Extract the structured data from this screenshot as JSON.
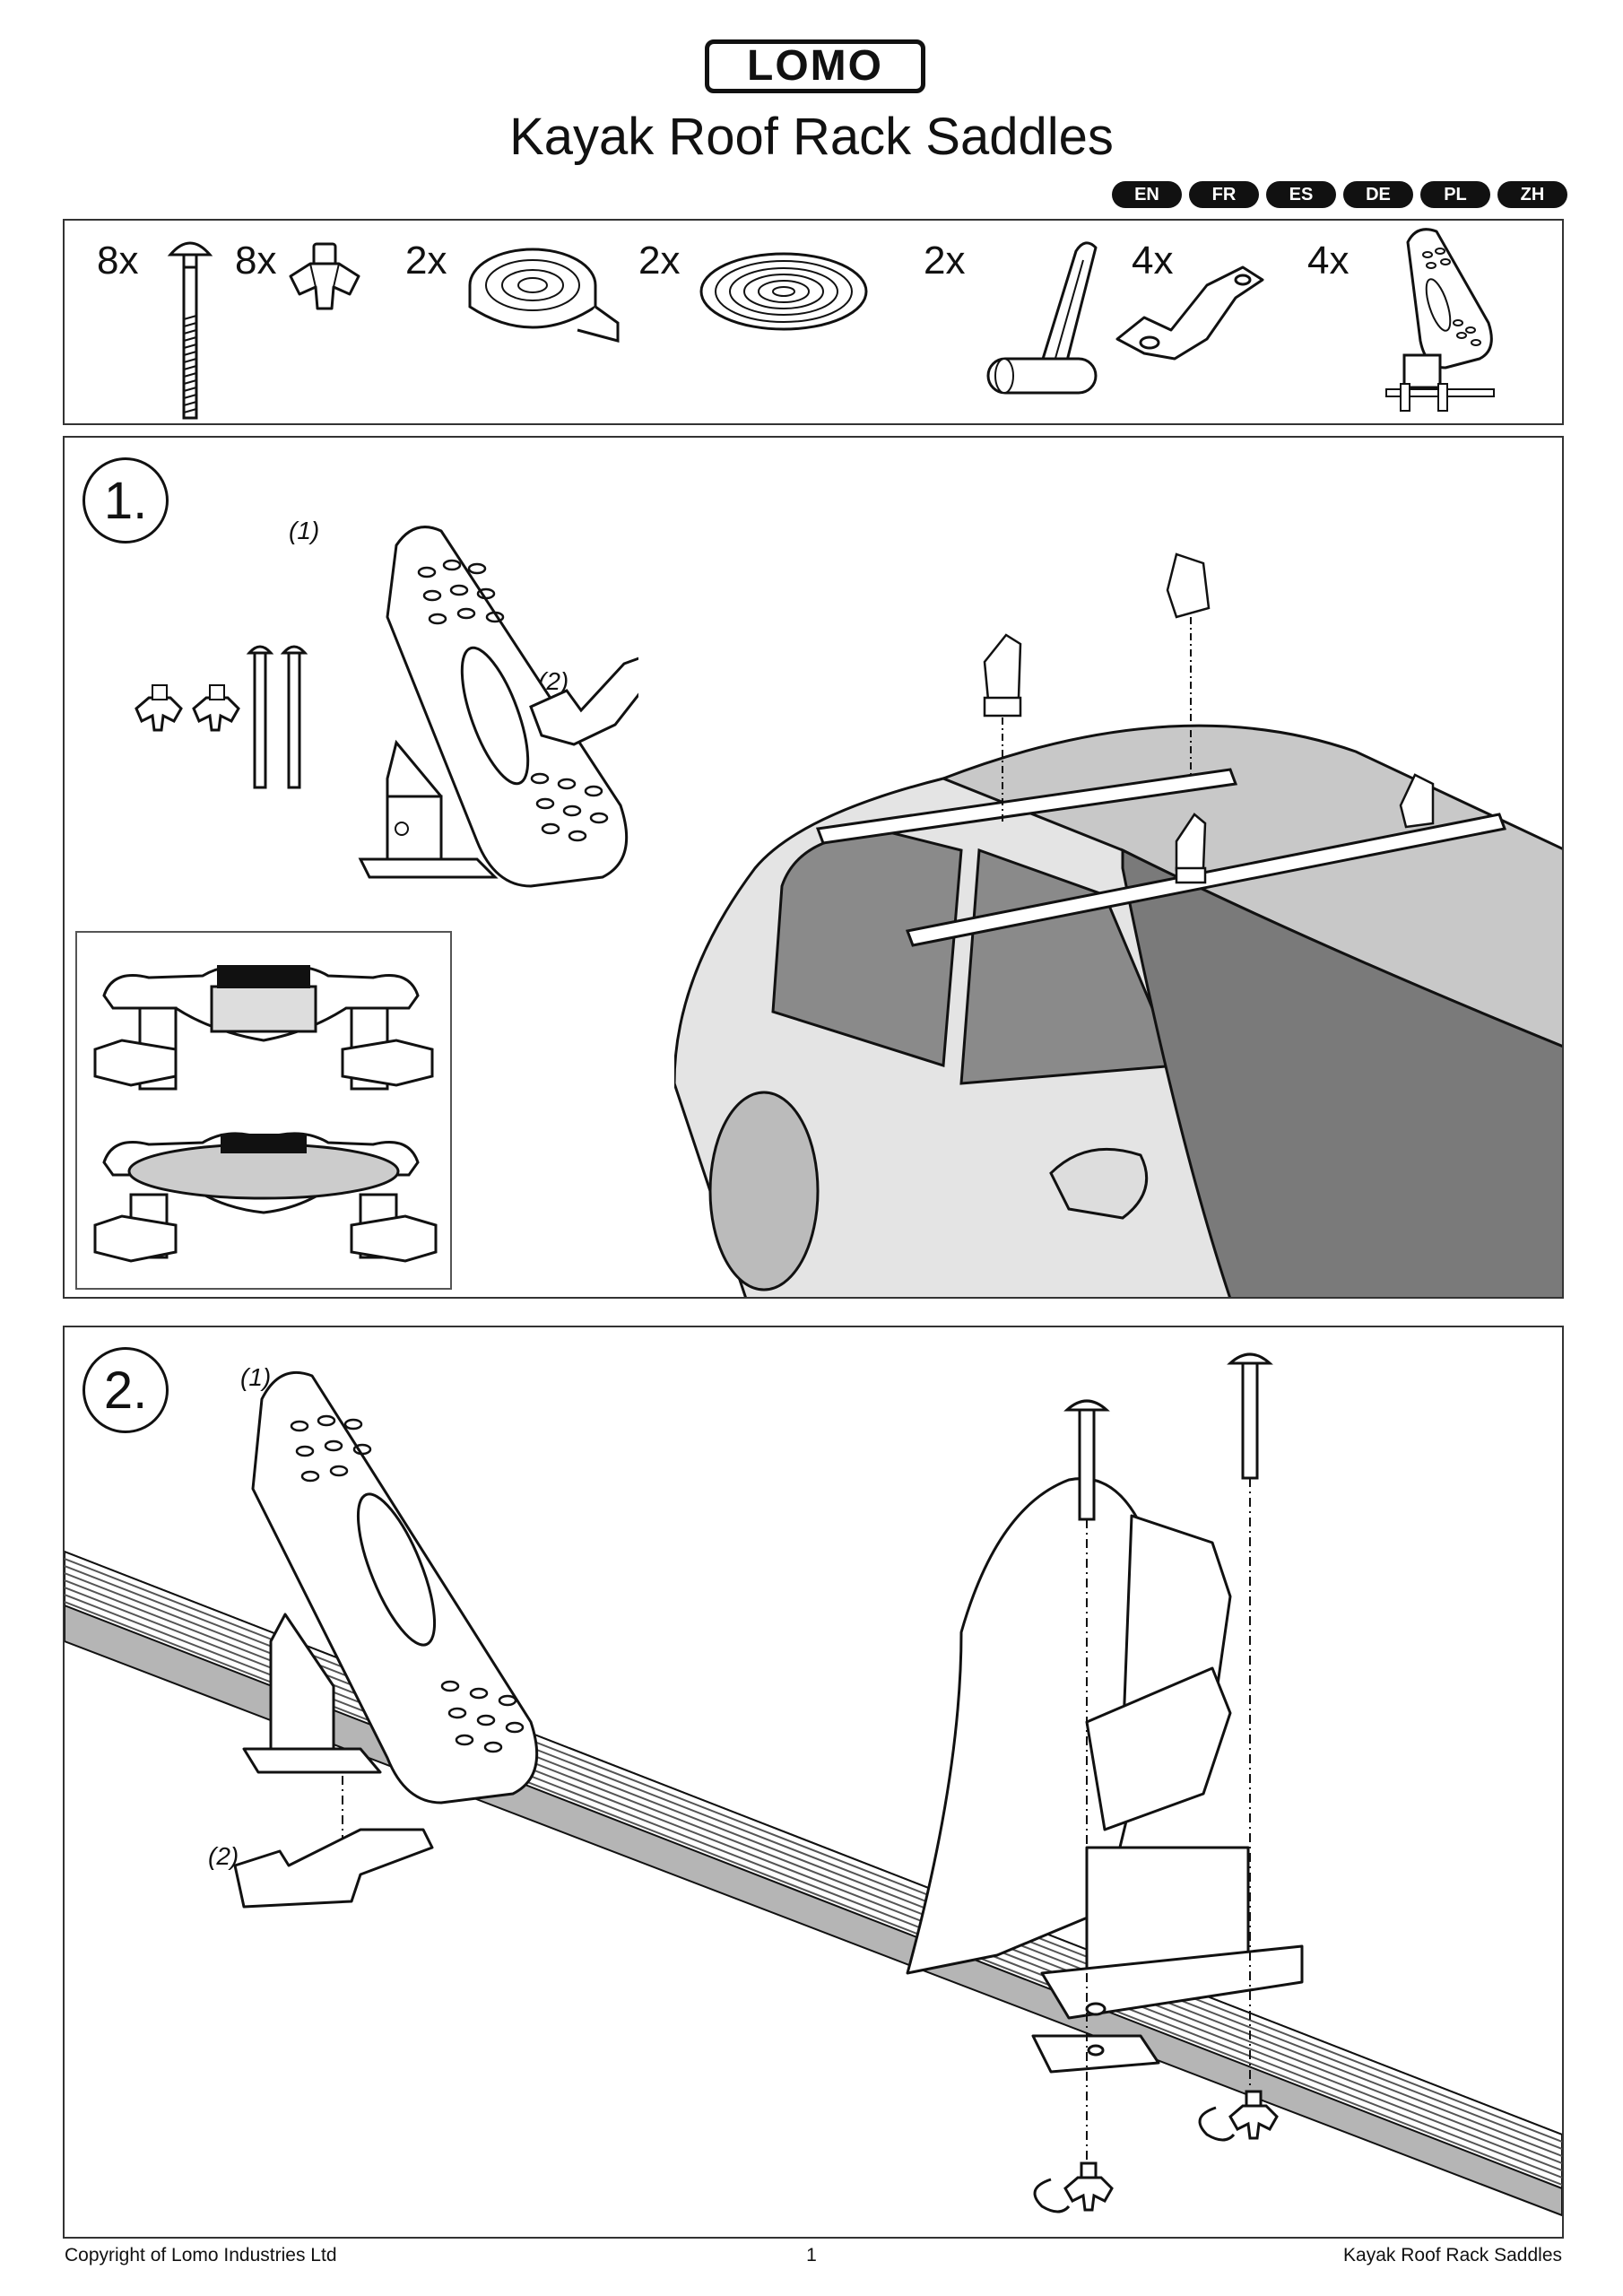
{
  "brand": {
    "logo_text": "LOMO"
  },
  "document": {
    "title": "Kayak Roof Rack Saddles"
  },
  "languages": [
    "EN",
    "FR",
    "ES",
    "DE",
    "PL",
    "ZH"
  ],
  "parts": [
    {
      "qty": "8x",
      "icon": "carriage-bolt-icon"
    },
    {
      "qty": "8x",
      "icon": "wing-nut-icon"
    },
    {
      "qty": "2x",
      "icon": "foam-strip-roll-icon"
    },
    {
      "qty": "2x",
      "icon": "rubber-strip-coil-icon"
    },
    {
      "qty": "2x",
      "icon": "strap-loop-toggle-icon"
    },
    {
      "qty": "4x",
      "icon": "mounting-bracket-icon"
    },
    {
      "qty": "4x",
      "icon": "kayak-saddle-icon"
    }
  ],
  "steps": [
    {
      "number": "1.",
      "callouts": [
        "(1)",
        "(2)"
      ]
    },
    {
      "number": "2.",
      "callouts": [
        "(1)",
        "(2)"
      ]
    }
  ],
  "footer": {
    "copyright": "Copyright of Lomo Industries Ltd",
    "page": "1",
    "doc_name": "Kayak Roof Rack Saddles"
  }
}
